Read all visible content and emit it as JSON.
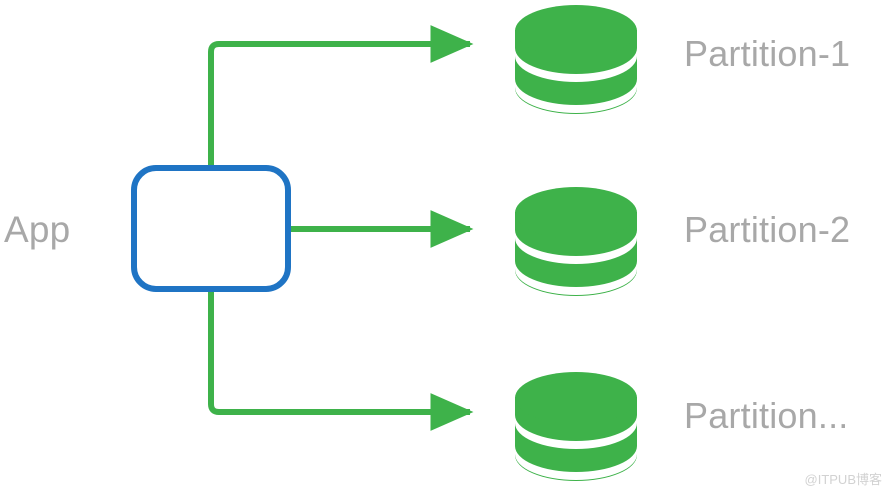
{
  "diagram": {
    "title_text": "App",
    "source_node": {
      "label": "App",
      "shape": "rounded-rectangle",
      "stroke_color": "#1f74c4",
      "fill_color": "#ffffff"
    },
    "connector": {
      "color": "#3eb24a",
      "style": "orthogonal-arrow",
      "count": 3
    },
    "targets": [
      {
        "label": "Partition-1",
        "icon": "database-cylinder-icon",
        "color": "#3eb24a"
      },
      {
        "label": "Partition-2",
        "icon": "database-cylinder-icon",
        "color": "#3eb24a"
      },
      {
        "label": "Partition...",
        "icon": "database-cylinder-icon",
        "color": "#3eb24a"
      }
    ],
    "label_color": "#a8a8a8",
    "background_color": "#ffffff"
  },
  "watermark": {
    "text": "@ITPUB博客",
    "color": "#d2d2d2"
  }
}
